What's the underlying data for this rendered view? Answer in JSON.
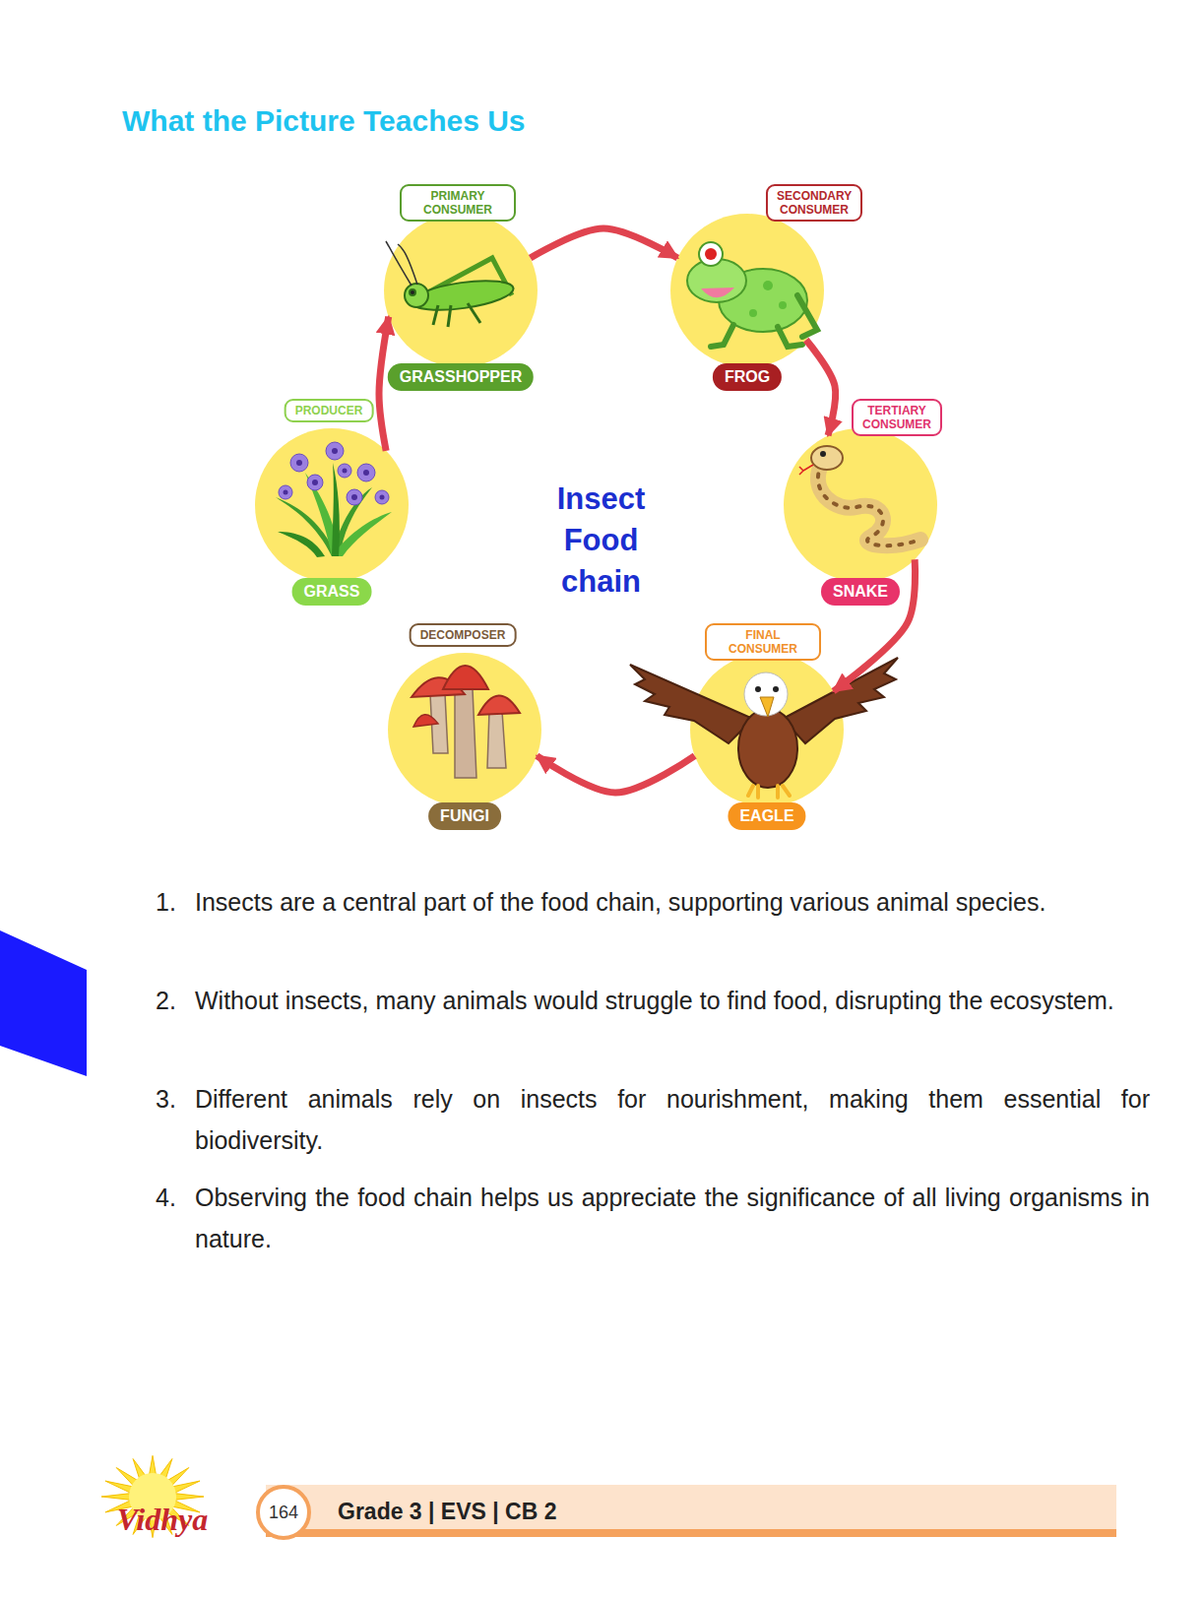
{
  "diagram": {
    "title": "What the Picture Teaches Us",
    "nodes": [
      {
        "text": [
          "PRODUCER",
          "GRASS"
        ]
      },
      {
        "text": [
          "PRIMARY CONSUMER",
          "GRASSHOPPER"
        ]
      },
      {
        "text": [
          "SECONDARY CONSUMER",
          "FROG"
        ]
      },
      {
        "text": [
          "TERTIARY CONSUMER",
          "SNAKE"
        ]
      },
      {
        "text": [
          "FINAL CONSUMER",
          "EAGLE"
        ]
      },
      {
        "text": [
          "DECOMPOSER",
          "FUNGI"
        ]
      }
    ],
    "edges": [
      {
        "from": 0,
        "to": 1,
        "arrow": "to"
      },
      {
        "from": 1,
        "to": 2,
        "arrow": "to"
      },
      {
        "from": 2,
        "to": 3,
        "arrow": "to"
      },
      {
        "from": 3,
        "to": 4,
        "arrow": "to"
      },
      {
        "from": 4,
        "to": 5,
        "arrow": "to"
      }
    ],
    "labels": [
      "Insect Food chain",
      "1.",
      "Insects are a central part of the food chain, supporting various animal species.",
      "2.",
      "Without insects, many animals would struggle to find food, disrupting the ecosystem.",
      "3.",
      "Different animals rely on insects for nourishment, making them essential for biodiversity.",
      "4.",
      "Observing the food chain helps us appreciate the significance of all living organisms in nature.",
      "Vidhya",
      "164",
      "Grade 3 | EVS | CB 2"
    ]
  }
}
